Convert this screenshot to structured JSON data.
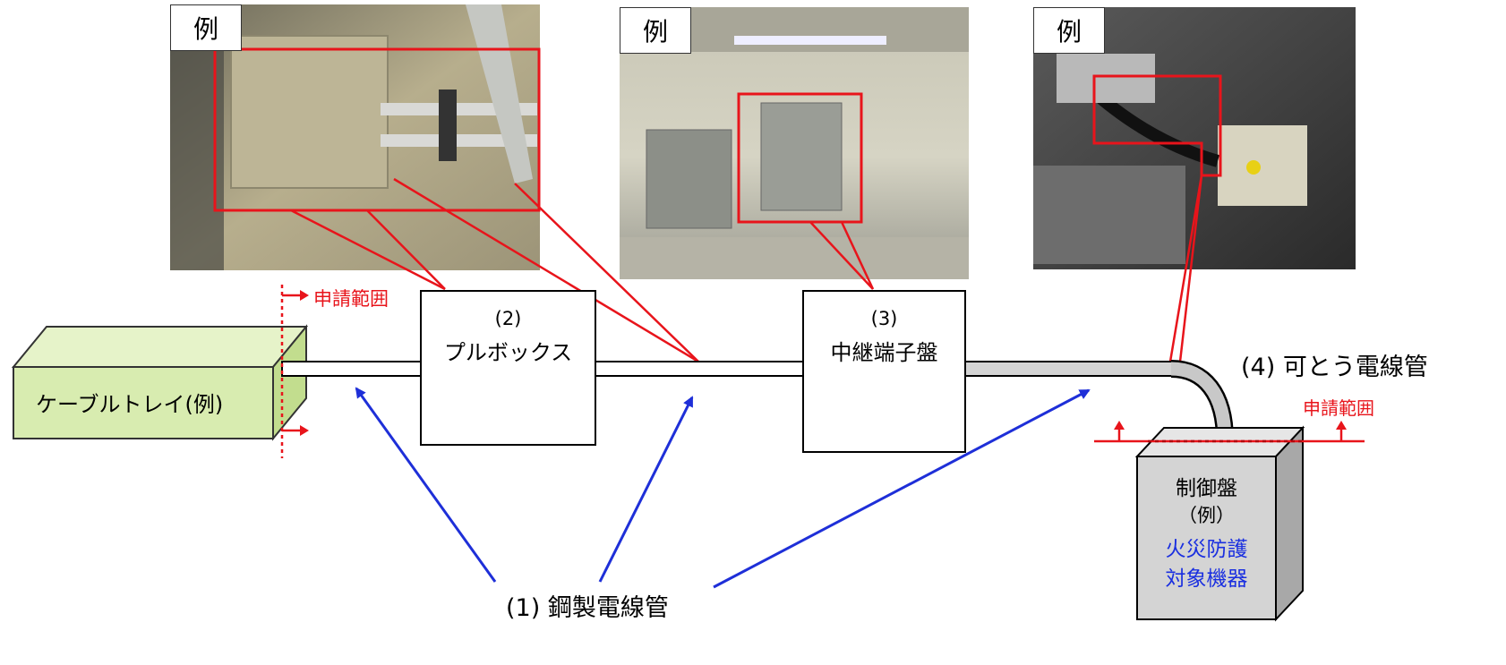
{
  "photos": [
    {
      "tag": "例"
    },
    {
      "tag": "例"
    },
    {
      "tag": "例"
    }
  ],
  "components": {
    "cable_tray": "ケーブルトレイ(例)",
    "pull_box_num": "(2)",
    "pull_box_name": "プルボックス",
    "relay_terminal_num": "(3)",
    "relay_terminal_name": "中継端子盤",
    "flexible_conduit": "(4) 可とう電線管",
    "steel_conduit": "(1) 鋼製電線管",
    "control_panel_l1": "制御盤",
    "control_panel_l2": "（例）",
    "protected_l1": "火災防護",
    "protected_l2": "対象機器"
  },
  "scope": {
    "left_label": "申請範囲",
    "right_label": "申請範囲"
  },
  "colors": {
    "tray_fill": "#d8ecb0",
    "leader_red": "#e8141b",
    "arrow_blue": "#1e2fd8",
    "panel_fill": "#d4d4d4",
    "protected_text": "#1a2fe0"
  }
}
